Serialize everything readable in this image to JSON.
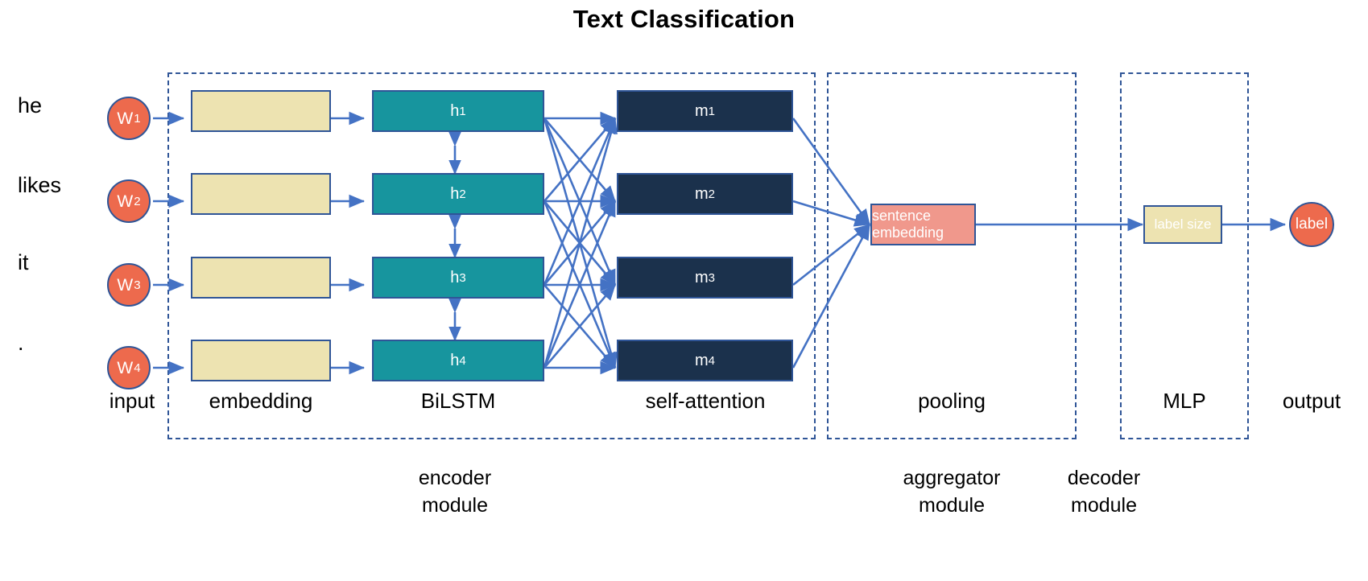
{
  "title": "Text Classification",
  "colors": {
    "accent_blue": "#2f5597",
    "circle_orange": "#ED6A4D",
    "embedding_yellow": "#EDE3B1",
    "lstm_teal": "#17959E",
    "attention_navy": "#1B314C",
    "pooling_salmon": "#F0988C",
    "background": "#ffffff"
  },
  "input": {
    "words": [
      "he",
      "likes",
      "it",
      "."
    ],
    "tokens": [
      {
        "base": "W",
        "index": "1"
      },
      {
        "base": "W",
        "index": "2"
      },
      {
        "base": "W",
        "index": "3"
      },
      {
        "base": "W",
        "index": "4"
      }
    ]
  },
  "embedding": {
    "boxes": [
      "",
      "",
      "",
      ""
    ]
  },
  "bilstm": {
    "states": [
      {
        "base": "h",
        "index": "1"
      },
      {
        "base": "h",
        "index": "2"
      },
      {
        "base": "h",
        "index": "3"
      },
      {
        "base": "h",
        "index": "4"
      }
    ]
  },
  "self_attention": {
    "states": [
      {
        "base": "m",
        "index": "1"
      },
      {
        "base": "m",
        "index": "2"
      },
      {
        "base": "m",
        "index": "3"
      },
      {
        "base": "m",
        "index": "4"
      }
    ]
  },
  "pooling": {
    "box_label": "sentence embedding"
  },
  "mlp": {
    "box_label": "label size"
  },
  "output": {
    "label": "label"
  },
  "stage_labels": {
    "input": "input",
    "embedding": "embedding",
    "bilstm": "BiLSTM",
    "self_attention": "self-attention",
    "pooling": "pooling",
    "mlp": "MLP",
    "output": "output"
  },
  "module_labels": {
    "encoder": "encoder\nmodule",
    "aggregator": "aggregator\nmodule",
    "decoder": "decoder\nmodule"
  }
}
